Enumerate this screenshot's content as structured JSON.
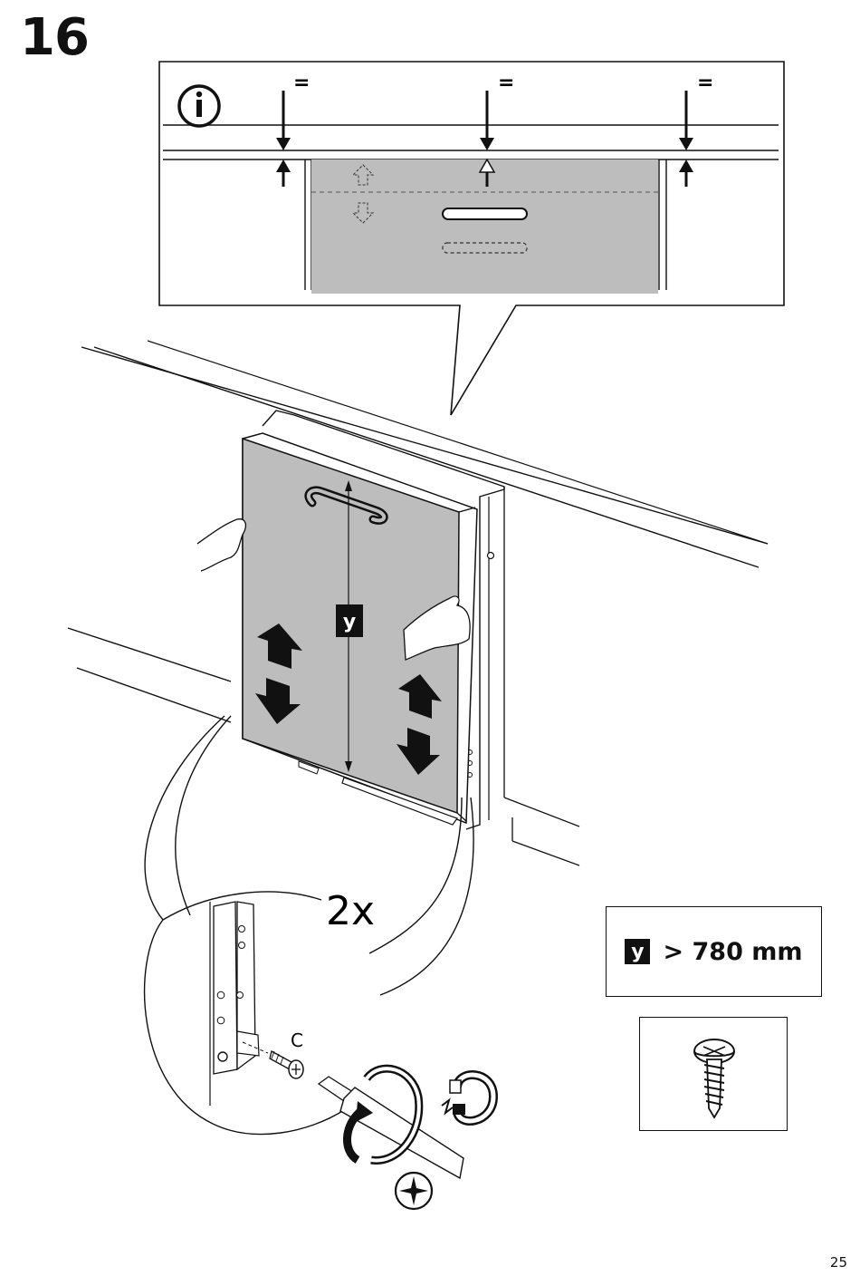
{
  "page": {
    "step_number": "16",
    "page_number": "25"
  },
  "detail_callout": {
    "equal_marks": [
      "=",
      "=",
      "="
    ],
    "info_icon": "info-icon"
  },
  "main_illustration": {
    "dimension_label": "y",
    "screw_label": "C",
    "quantity": "2x"
  },
  "requirement": {
    "badge": "y",
    "text": "> 780 mm"
  },
  "icons": [
    "info-icon",
    "hand-icon",
    "up-down-arrow-icon",
    "screwdriver-icon",
    "magnetic-bit-icon",
    "phillips-icon",
    "screw-icon"
  ]
}
